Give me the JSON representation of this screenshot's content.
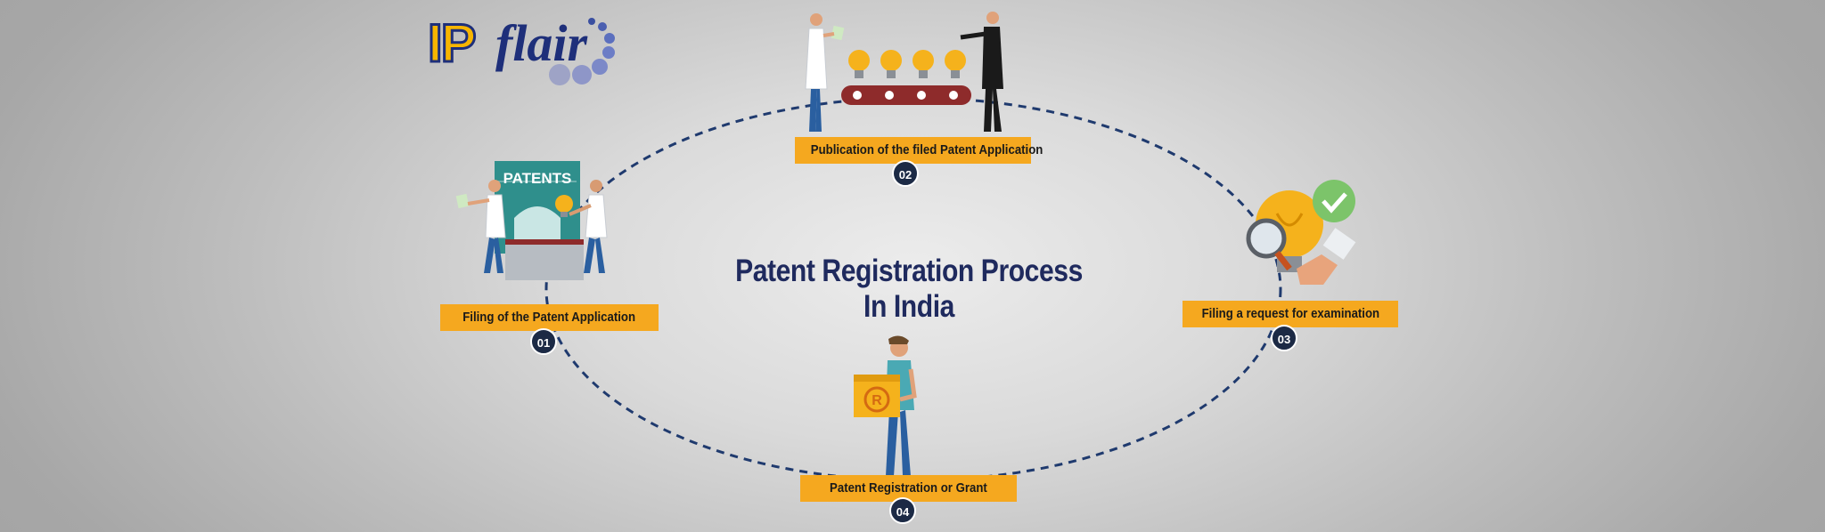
{
  "logo": {
    "ip": "IP",
    "flair": "flair"
  },
  "title": {
    "line1": "Patent Registration Process",
    "line2": "In India"
  },
  "steps": [
    {
      "number": "01",
      "label": "Filing of the Patent Application"
    },
    {
      "number": "02",
      "label": "Publication of the filed Patent Application"
    },
    {
      "number": "03",
      "label": "Filing a request for examination"
    },
    {
      "number": "04",
      "label": "Patent Registration or Grant"
    }
  ],
  "sign_text": "PATENTS",
  "colors": {
    "accent": "#f5a81f",
    "title": "#1f2a5e",
    "badge": "#1c2a45",
    "orbit": "#1f3a6e"
  }
}
